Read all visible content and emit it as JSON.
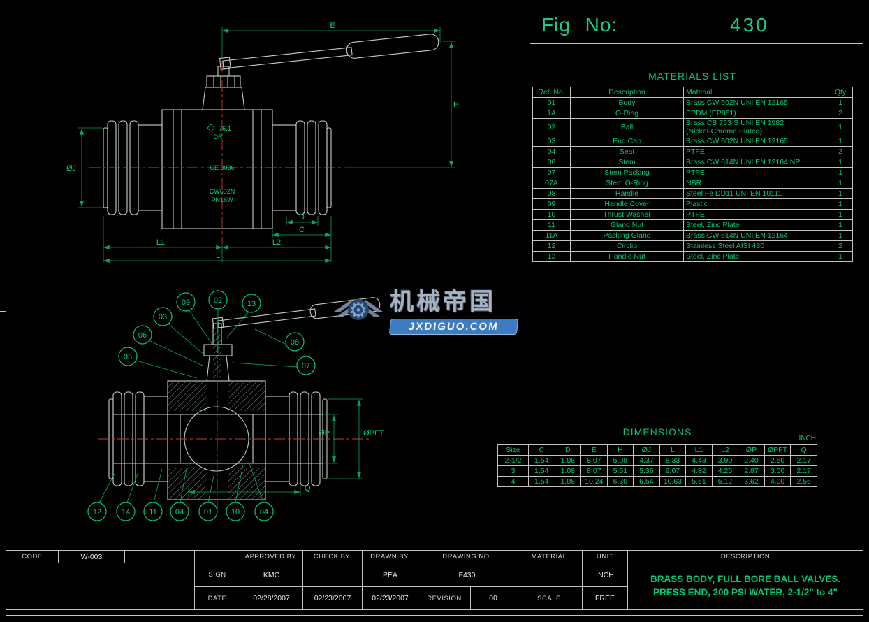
{
  "fig": {
    "label": "Fig No:",
    "value": "430"
  },
  "materials": {
    "title": "MATERIALS LIST",
    "headers": [
      "Ref. No.",
      "Description",
      "Material",
      "Qty"
    ],
    "rows": [
      {
        "ref": "01",
        "desc": "Body",
        "mat": "Brass CW 602N UNI EN 12165",
        "qty": "1"
      },
      {
        "ref": "1A",
        "desc": "O-Ring",
        "mat": "EPDM (EP851)",
        "qty": "2"
      },
      {
        "ref": "02",
        "desc": "Ball",
        "mat": "Brass CB 753-S UNI EN 1982",
        "mat2": "(Nickel-Chrome Plated)",
        "qty": "1"
      },
      {
        "ref": "03",
        "desc": "End Cap",
        "mat": "Brass CW 602N UNI EN 12165",
        "qty": "1"
      },
      {
        "ref": "04",
        "desc": "Seat",
        "mat": "PTFE",
        "qty": "2"
      },
      {
        "ref": "06",
        "desc": "Stem",
        "mat": "Brass CW 614N UNI EN 12164 NP",
        "qty": "1"
      },
      {
        "ref": "07",
        "desc": "Stem Packing",
        "mat": "PTFE",
        "qty": "1"
      },
      {
        "ref": "07A",
        "desc": "Stem O-Ring",
        "mat": "NBR",
        "qty": "1"
      },
      {
        "ref": "08",
        "desc": "Handle",
        "mat": "Steel Fe DD11 UNI EN 10111",
        "qty": "1"
      },
      {
        "ref": "09",
        "desc": "Handle Cover",
        "mat": "Plastic",
        "qty": "1"
      },
      {
        "ref": "10",
        "desc": "Thrust Washer",
        "mat": "PTFE",
        "qty": "1"
      },
      {
        "ref": "11",
        "desc": "Gland Nut",
        "mat": "Steel, Zinc Plate",
        "qty": "1"
      },
      {
        "ref": "11A",
        "desc": "Packing Gland",
        "mat": "Brass CW 614N UNI EN 12164",
        "qty": "1"
      },
      {
        "ref": "12",
        "desc": "Circlip",
        "mat": "Stainless Steel AISI 430",
        "qty": "2"
      },
      {
        "ref": "13",
        "desc": "Handle Nut",
        "mat": "Steel, Zinc Plate",
        "qty": "1"
      }
    ]
  },
  "dimensions": {
    "title": "DIMENSIONS",
    "unit_note": "INCH",
    "headers": [
      "Size",
      "C",
      "D",
      "E",
      "H",
      "ØJ",
      "L",
      "L1",
      "L2",
      "ØP",
      "ØPFT",
      "Q"
    ],
    "rows": [
      [
        "2-1/2",
        "1.54",
        "1.08",
        "8.07",
        "5.08",
        "4.37",
        "8.33",
        "4.43",
        "3.90",
        "2.40",
        "2.50",
        "2.17"
      ],
      [
        "3",
        "1.54",
        "1.08",
        "8.07",
        "5.51",
        "5.36",
        "9.07",
        "4.82",
        "4.25",
        "2.87",
        "3.00",
        "2.17"
      ],
      [
        "4",
        "1.54",
        "1.08",
        "10.24",
        "6.30",
        "6.54",
        "10.63",
        "5.51",
        "5.12",
        "3.62",
        "4.00",
        "2.56"
      ]
    ]
  },
  "drawing1": {
    "dims": {
      "e": "E",
      "h": "H",
      "j": "ØJ",
      "d": "D",
      "c": "C",
      "l1": "L1",
      "l2": "L2",
      "l": "L"
    },
    "stamps": [
      "76.1",
      "DR",
      "CE 0036",
      "CW602N",
      "PN16W"
    ]
  },
  "drawing2": {
    "dims": {
      "p": "ØP",
      "pft": "ØPFT",
      "q": "Q"
    },
    "callouts": [
      "03",
      "09",
      "02",
      "13",
      "06",
      "05",
      "08",
      "07",
      "12",
      "14",
      "11",
      "04",
      "01",
      "10",
      "04"
    ]
  },
  "watermark": {
    "title": "机械帝国",
    "domain": "JXDIGUO.COM"
  },
  "title_block": {
    "code_label": "CODE",
    "code_value": "W-003",
    "sign_label": "SIGN",
    "date_label": "DATE",
    "approved_by_label": "APPROVED BY.",
    "check_by_label": "CHECK BY.",
    "drawn_by_label": "DRAWN BY.",
    "drawing_no_label": "DRAWING NO.",
    "material_label": "MATERIAL",
    "unit_label": "UNIT",
    "description_label": "DESCRIPTION",
    "approved_sign": "KMC",
    "drawn_sign": "PEA",
    "drawing_no": "F430",
    "unit_value": "INCH",
    "approved_date": "02/28/2007",
    "check_date": "02/23/2007",
    "drawn_date": "02/23/2007",
    "revision_label": "REVISION",
    "revision_value": "00",
    "scale_label": "SCALE",
    "scale_value": "FREE",
    "description_line1": "BRASS BODY, FULL BORE BALL VALVES.",
    "description_line2": "PRESS END, 200 PSI WATER, 2-1/2\" to 4\""
  }
}
